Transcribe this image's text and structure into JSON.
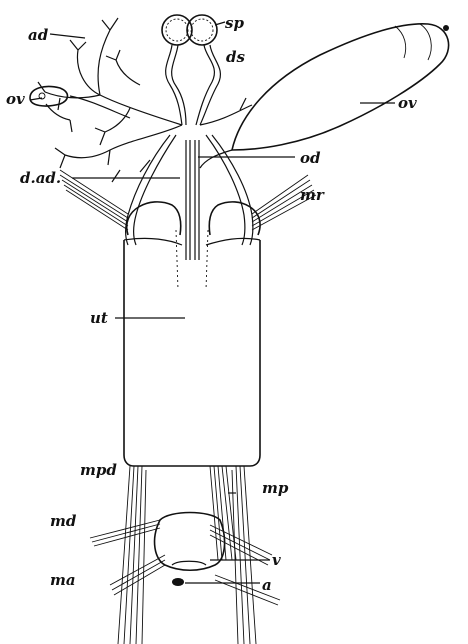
{
  "labels": {
    "sp": "sp",
    "ad": "ad",
    "ds": "ds",
    "ov_left": "ov",
    "ov_right": "ov",
    "od": "od",
    "dad": "d.ad.",
    "mr": "mr",
    "ut": "ut",
    "mpd": "mpd",
    "mp": "mp",
    "md": "md",
    "v": "v",
    "ma": "ma",
    "a": "a"
  }
}
